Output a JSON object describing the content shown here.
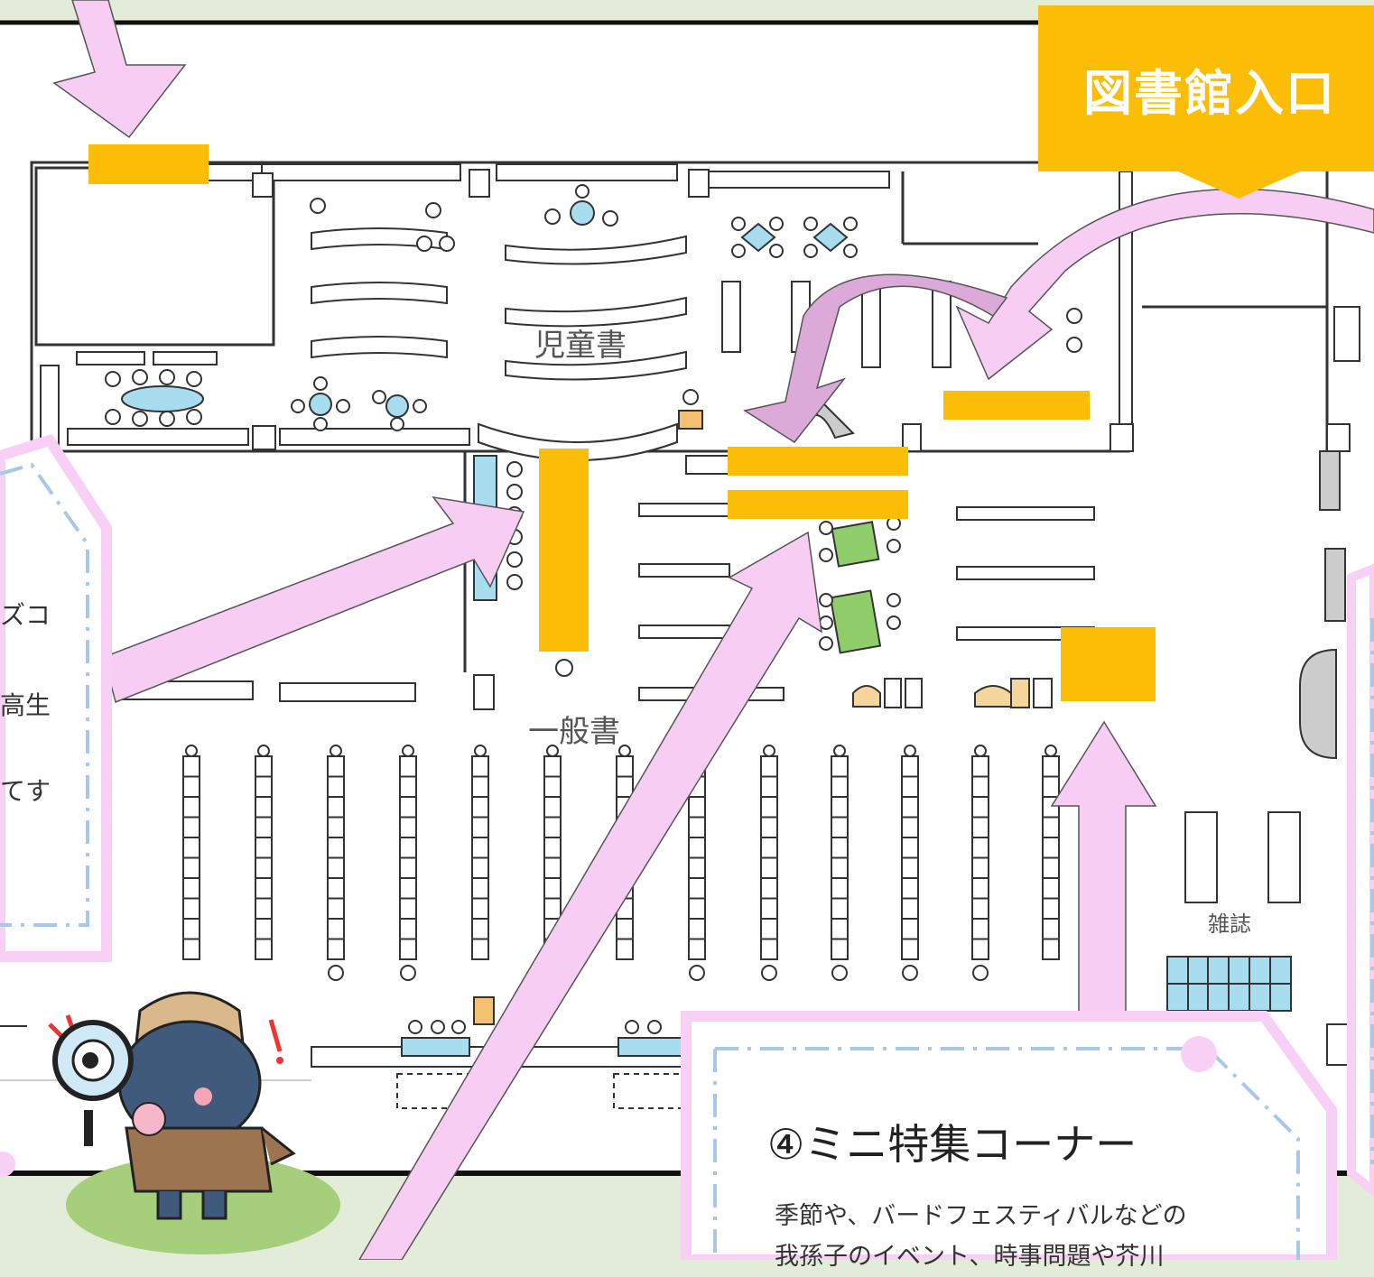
{
  "entrance": {
    "label": "図書館入口"
  },
  "areas": {
    "children": "児童書",
    "general": "一般書",
    "magazines": "雑誌"
  },
  "corner4": {
    "title": "④ミニ特集コーナー",
    "body_line1": "季節や、バードフェスティバルなどの",
    "body_line2": "我孫子のイベント、時事問題や芥川"
  },
  "left_card_fragments": [
    "ズコ",
    "高生",
    "てす"
  ],
  "colors": {
    "highlight": "#fbbd05",
    "arrow": "#f8cdf3",
    "card_border": "#f9d0f5",
    "dashed": "#a9c8e8",
    "table": "#a8dcef",
    "green_table": "#8fcd6b",
    "background": "#e3ecd8"
  },
  "icons": [
    "detective-mascot-icon",
    "magnifier-icon"
  ]
}
